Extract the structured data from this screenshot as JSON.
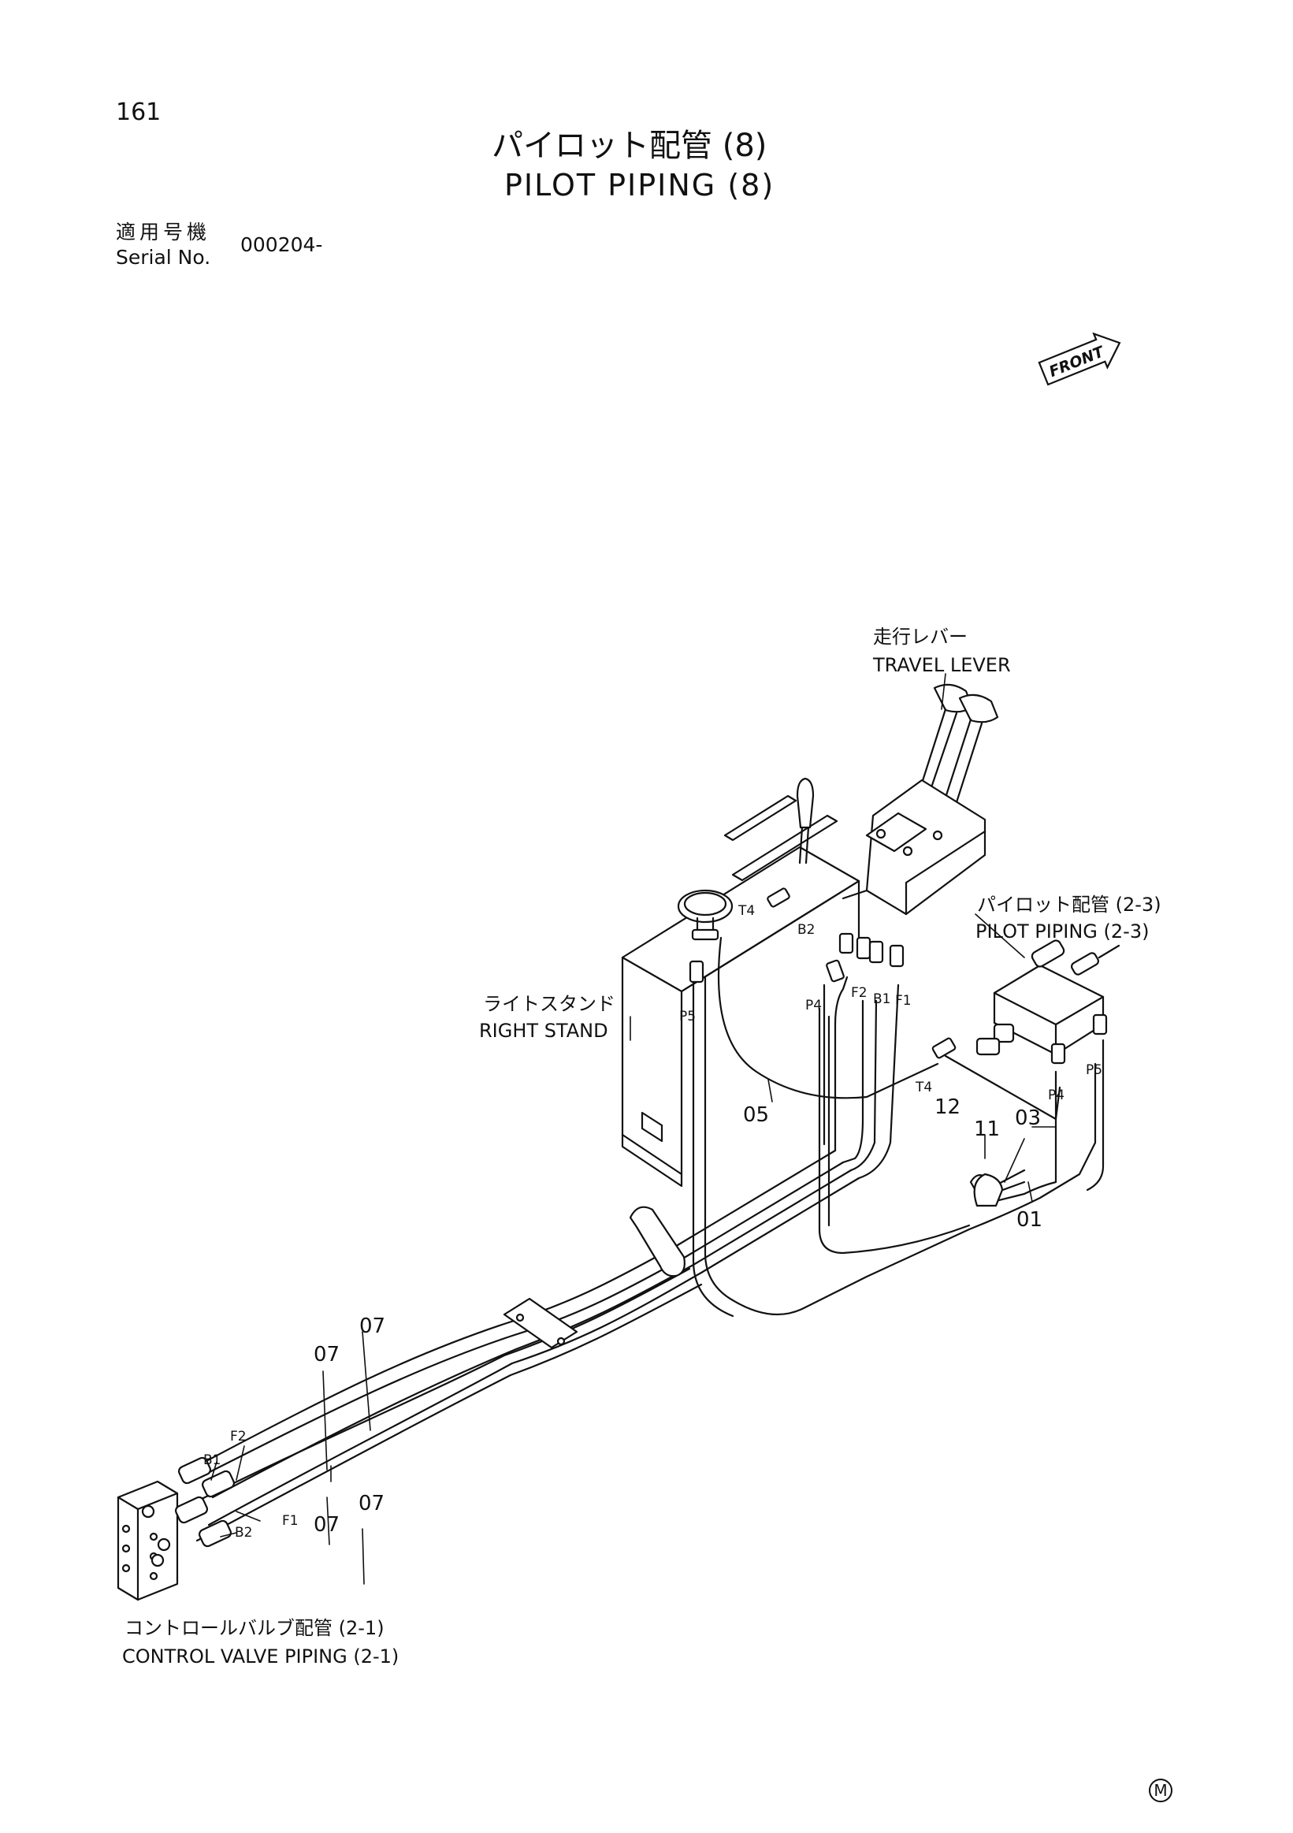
{
  "page_number": "161",
  "title_ja": "パイロット配管 (8)",
  "title_en": "PILOT PIPING (8)",
  "serial": {
    "label_ja": "適用号機",
    "label_en": "Serial No.",
    "value": "000204-"
  },
  "front_label": "FRONT",
  "callouts": {
    "travel_lever_ja": "走行レバー",
    "travel_lever_en": "TRAVEL LEVER",
    "pilot_piping_ja": "パイロット配管 (2-3)",
    "pilot_piping_en": "PILOT PIPING (2-3)",
    "right_stand_ja": "ライトスタンド",
    "right_stand_en": "RIGHT STAND",
    "control_valve_ja": "コントロールバルブ配管 (2-1)",
    "control_valve_en": "CONTROL VALVE PIPING (2-1)"
  },
  "part_numbers": {
    "p01": "01",
    "p03": "03",
    "p05": "05",
    "p07a": "07",
    "p07b": "07",
    "p07c": "07",
    "p07d": "07",
    "p11": "11",
    "p12": "12"
  },
  "connectors": {
    "t4_top": "T4",
    "b2_top": "B2",
    "p4_top": "P4",
    "f2_top": "F2",
    "b1_top": "B1",
    "f1_top": "F1",
    "p5_left": "P5",
    "t4_right": "T4",
    "p4_right": "P4",
    "p5_right": "P5",
    "f2_bottom": "F2",
    "b1_bottom": "B1",
    "f1_bottom": "F1",
    "b2_bottom": "B2"
  },
  "footer_mark": "M"
}
